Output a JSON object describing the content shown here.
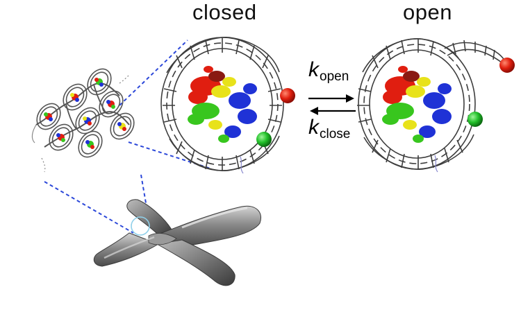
{
  "states": {
    "closed": "closed",
    "open": "open"
  },
  "rates": {
    "forward": {
      "symbol": "k",
      "subscript": "open"
    },
    "reverse": {
      "symbol": "k",
      "subscript": "close"
    }
  },
  "colors": {
    "dna": "#3d3d3d",
    "helix_red": "#e01e10",
    "helix_yellow": "#e8e21a",
    "helix_green": "#38c61e",
    "helix_blue": "#1f32d6",
    "helix_darkred": "#8a1a12",
    "dye_red": "#e0200f",
    "dye_green": "#22c02a",
    "zoom_lines": "#2b47d9",
    "chromosome": "#6e6e6e"
  },
  "icons": [
    "chromosome-icon",
    "chromatin-fiber-icon",
    "nucleosome-icon",
    "reaction-arrow-icon",
    "fluorophore-icon"
  ]
}
